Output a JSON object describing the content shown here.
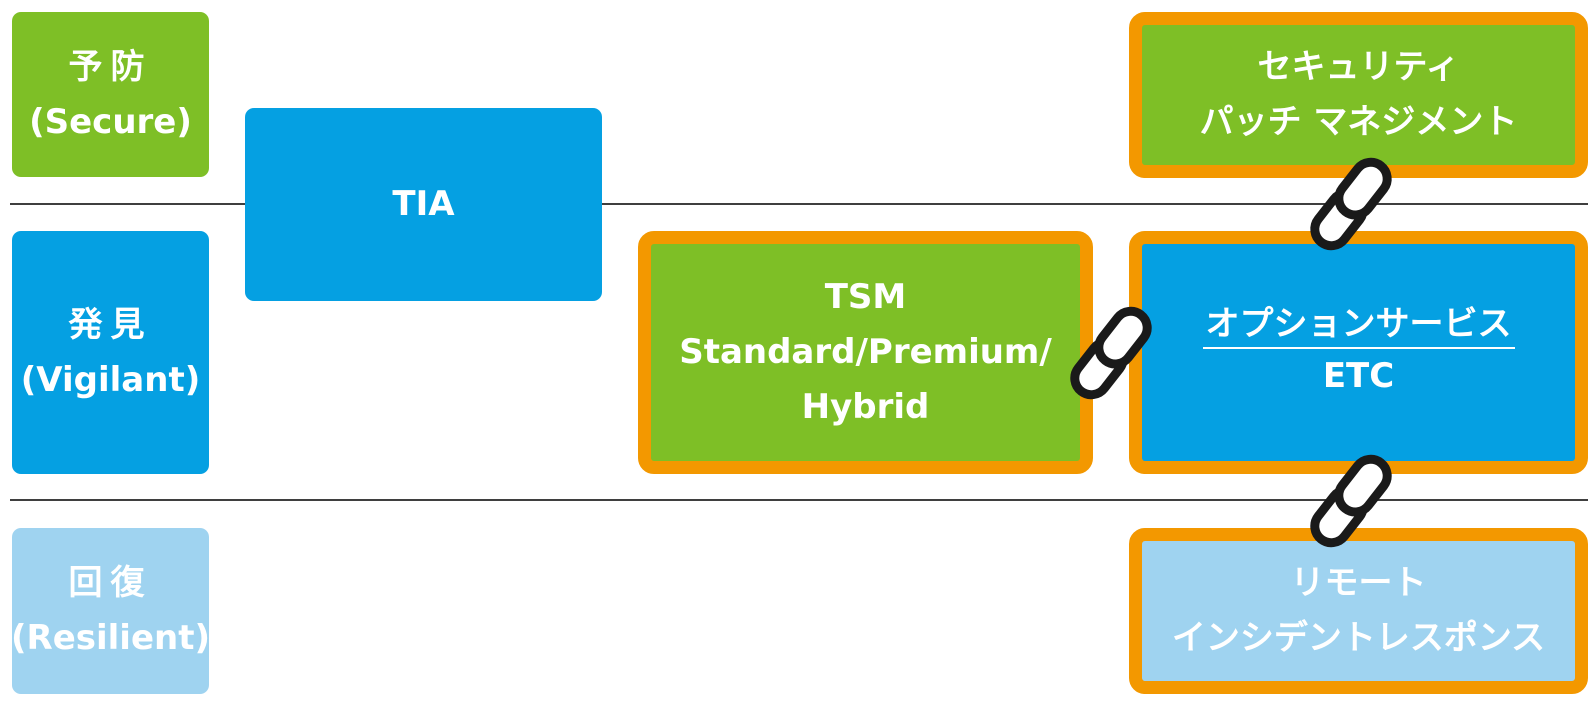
{
  "colors": {
    "green": "#7ebf26",
    "blue": "#05a0e2",
    "light_blue": "#9fd3f0",
    "frame_orange": "#f39800",
    "link": "#1a1a1a"
  },
  "categories": [
    {
      "title": "予防",
      "subtitle": "(Secure)"
    },
    {
      "title": "発見",
      "subtitle": "(Vigilant)"
    },
    {
      "title": "回復",
      "subtitle": "(Resilient)"
    }
  ],
  "tia": {
    "label": "TIA"
  },
  "tsm": {
    "line1": "TSM",
    "line2": "Standard/Premium/",
    "line3": "Hybrid"
  },
  "patch": {
    "line1": "セキュリティ",
    "line2": "パッチ マネジメント"
  },
  "options": {
    "line1": "オプションサービス",
    "line2": "ETC"
  },
  "remote": {
    "line1": "リモート",
    "line2": "インシデントレスポンス"
  },
  "icons": {
    "link": "chain-link-icon"
  }
}
